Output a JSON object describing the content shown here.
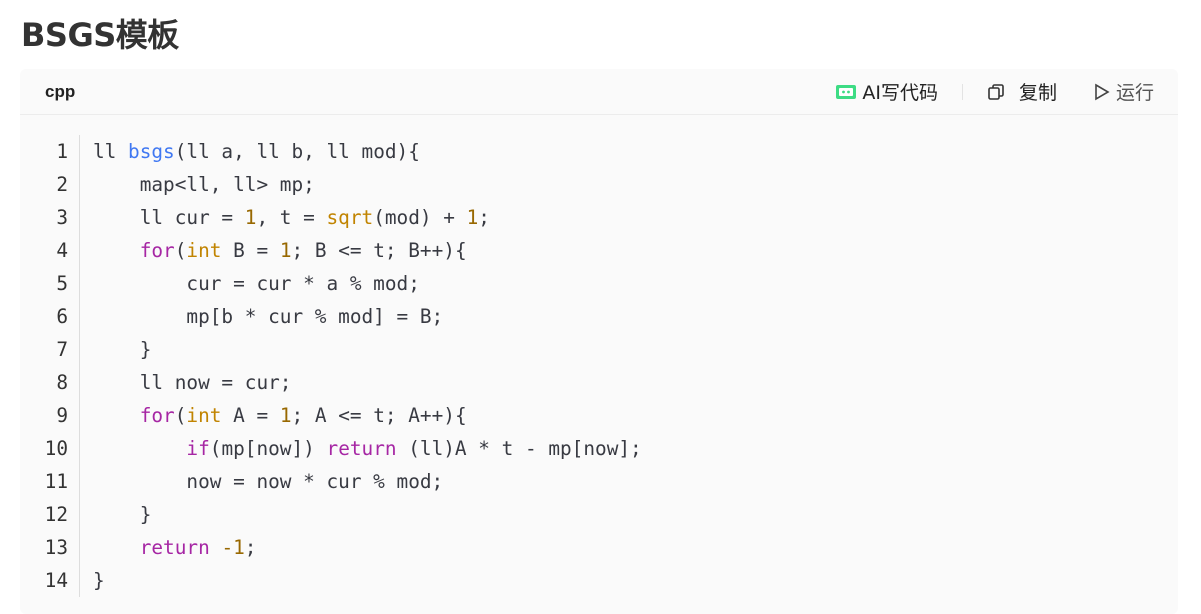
{
  "title": "BSGS模板",
  "code_block": {
    "language": "cpp",
    "actions": {
      "ai": "AI写代码",
      "copy": "复制",
      "run": "运行"
    },
    "colors": {
      "keyword": "#a626a4",
      "function": "#4078f2",
      "number": "#986801",
      "type": "#c18401",
      "text": "#383a42",
      "ai_icon": "#3ddc84"
    },
    "lines": [
      [
        [
          "p",
          "ll "
        ],
        [
          "f",
          "bsgs"
        ],
        [
          "p",
          "(ll a, ll b, ll mod){"
        ]
      ],
      [
        [
          "p",
          "    map<ll, ll> mp;"
        ]
      ],
      [
        [
          "p",
          "    ll cur = "
        ],
        [
          "n",
          "1"
        ],
        [
          "p",
          ", t = "
        ],
        [
          "t",
          "sqrt"
        ],
        [
          "p",
          "(mod) + "
        ],
        [
          "n",
          "1"
        ],
        [
          "p",
          ";"
        ]
      ],
      [
        [
          "p",
          "    "
        ],
        [
          "k",
          "for"
        ],
        [
          "p",
          "("
        ],
        [
          "t",
          "int"
        ],
        [
          "p",
          " B = "
        ],
        [
          "n",
          "1"
        ],
        [
          "p",
          "; B <= t; B++){"
        ]
      ],
      [
        [
          "p",
          "        cur = cur * a % mod;"
        ]
      ],
      [
        [
          "p",
          "        mp[b * cur % mod] = B;"
        ]
      ],
      [
        [
          "p",
          "    }"
        ]
      ],
      [
        [
          "p",
          "    ll now = cur;"
        ]
      ],
      [
        [
          "p",
          "    "
        ],
        [
          "k",
          "for"
        ],
        [
          "p",
          "("
        ],
        [
          "t",
          "int"
        ],
        [
          "p",
          " A = "
        ],
        [
          "n",
          "1"
        ],
        [
          "p",
          "; A <= t; A++){"
        ]
      ],
      [
        [
          "p",
          "        "
        ],
        [
          "k",
          "if"
        ],
        [
          "p",
          "(mp[now]) "
        ],
        [
          "k",
          "return"
        ],
        [
          "p",
          " (ll)A * t - mp[now];"
        ]
      ],
      [
        [
          "p",
          "        now = now * cur % mod;"
        ]
      ],
      [
        [
          "p",
          "    }"
        ]
      ],
      [
        [
          "p",
          "    "
        ],
        [
          "k",
          "return"
        ],
        [
          "p",
          " "
        ],
        [
          "n",
          "-1"
        ],
        [
          "p",
          ";"
        ]
      ],
      [
        [
          "p",
          "}"
        ]
      ]
    ]
  }
}
